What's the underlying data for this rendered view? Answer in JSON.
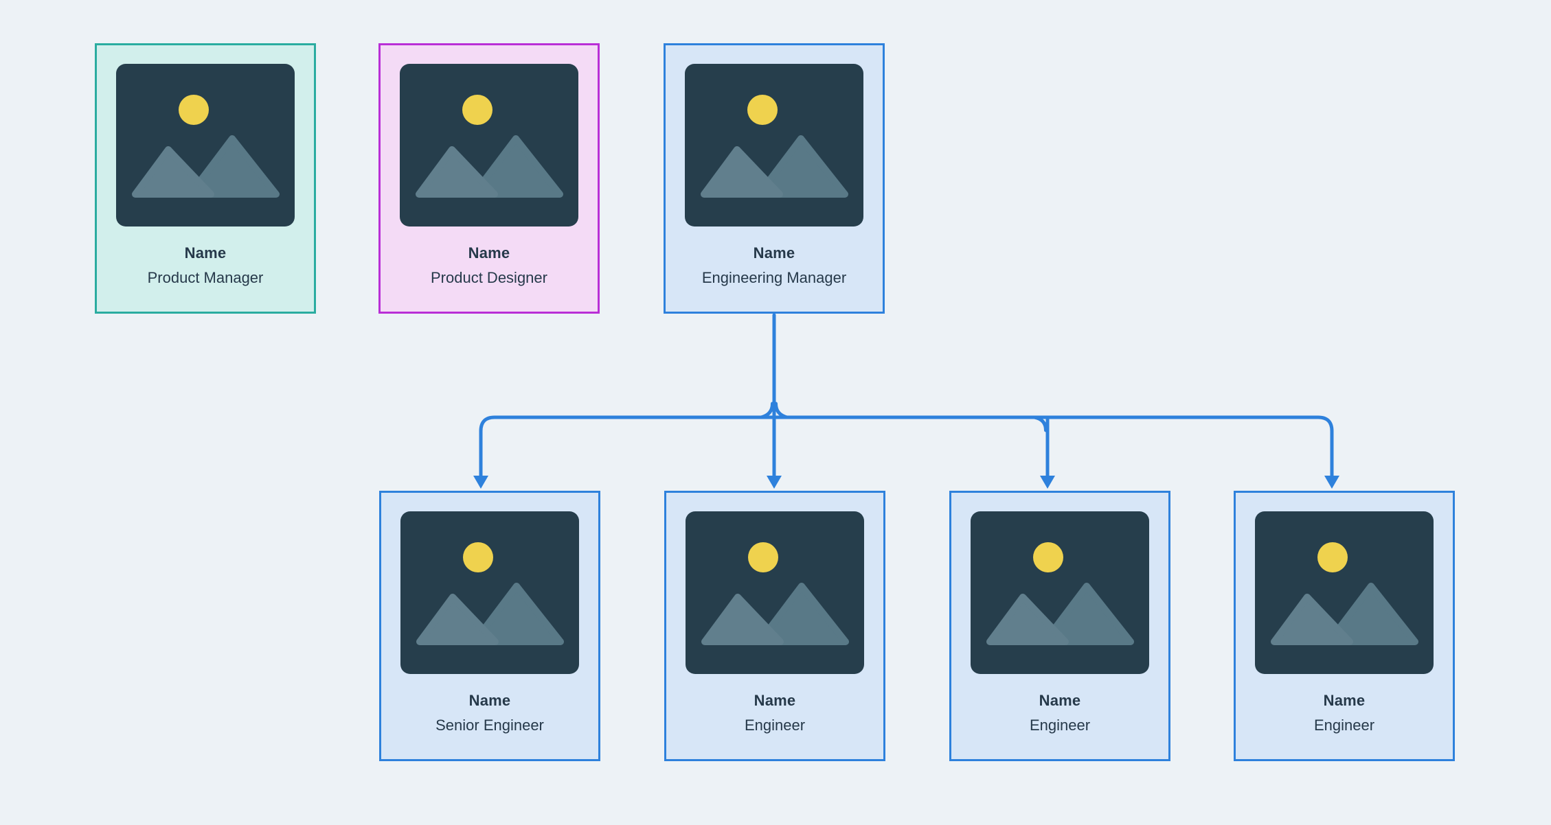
{
  "cards": [
    {
      "name": "Name",
      "role": "Product Manager",
      "theme": "teal"
    },
    {
      "name": "Name",
      "role": "Product Designer",
      "theme": "magenta"
    },
    {
      "name": "Name",
      "role": "Engineering Manager",
      "theme": "blue"
    },
    {
      "name": "Name",
      "role": "Senior Engineer",
      "theme": "blue"
    },
    {
      "name": "Name",
      "role": "Engineer",
      "theme": "blue"
    },
    {
      "name": "Name",
      "role": "Engineer",
      "theme": "blue"
    },
    {
      "name": "Name",
      "role": "Engineer",
      "theme": "blue"
    }
  ],
  "connections": [
    {
      "from": "Engineering Manager",
      "to": "Senior Engineer"
    },
    {
      "from": "Engineering Manager",
      "to": "Engineer"
    },
    {
      "from": "Engineering Manager",
      "to": "Engineer"
    },
    {
      "from": "Engineering Manager",
      "to": "Engineer"
    }
  ],
  "colors": {
    "background": "#EDF2F6",
    "teal_border": "#2AACA0",
    "teal_fill": "#D2EFEC",
    "magenta_border": "#B92FD6",
    "magenta_fill": "#F4DBF6",
    "blue_border": "#2E81DC",
    "blue_fill": "#D7E6F7",
    "connector": "#2E81DC",
    "photo_background": "#263E4C",
    "sun": "#EFD24E",
    "mountain_left": "#617F8D",
    "mountain_right": "#597987",
    "text": "#26394A"
  }
}
